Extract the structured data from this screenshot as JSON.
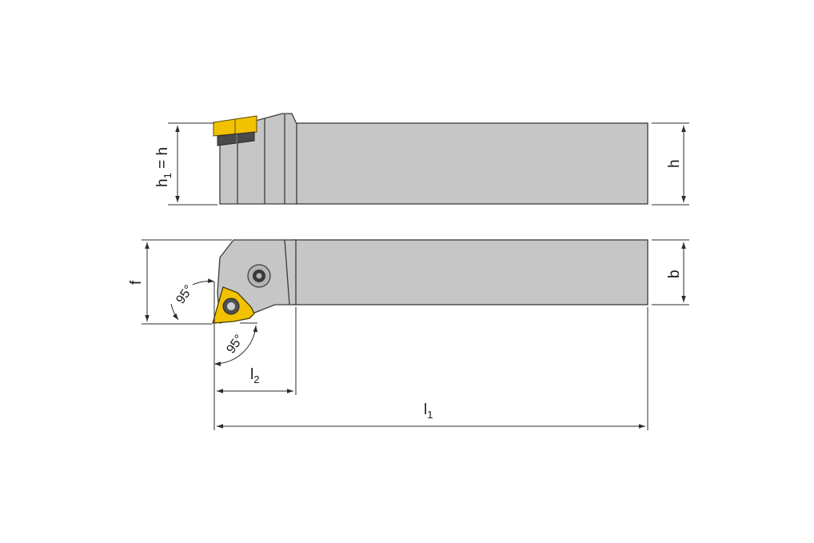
{
  "colors": {
    "body_fill": "#c6c6c6",
    "body_stroke": "#3a3a3a",
    "insert_fill": "#f2c200",
    "insert_dark": "#4a4a4a",
    "line": "#2b2b2b"
  },
  "labels": {
    "h1_main": "h",
    "h1_sub": "1",
    "h1_eq": " = h",
    "h": "h",
    "b": "b",
    "f": "f",
    "l1_main": "l",
    "l1_sub": "1",
    "l2_main": "l",
    "l2_sub": "2",
    "angle_1": "95°",
    "angle_2": "95°"
  },
  "icons": {
    "top_view_insert": "square-insert-icon",
    "side_view_insert": "trigon-insert-icon",
    "clamp_screw": "screw-icon"
  }
}
